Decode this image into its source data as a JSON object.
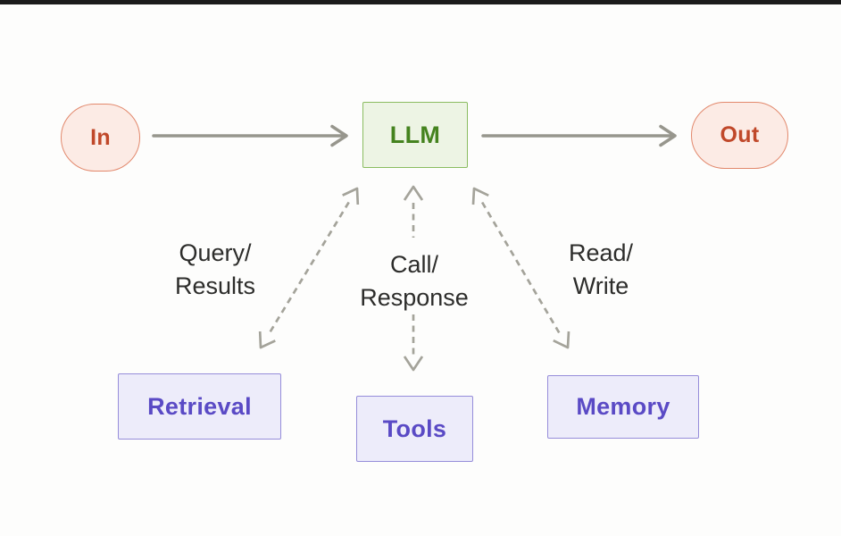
{
  "diagram": {
    "title_hint": "Augmented LLM flow diagram",
    "nodes": {
      "in": {
        "label": "In"
      },
      "llm": {
        "label": "LLM"
      },
      "out": {
        "label": "Out"
      },
      "retrieval": {
        "label": "Retrieval"
      },
      "tools": {
        "label": "Tools"
      },
      "memory": {
        "label": "Memory"
      }
    },
    "edge_labels": {
      "query_results": {
        "line1": "Query/",
        "line2": "Results"
      },
      "call_response": {
        "line1": "Call/",
        "line2": "Response"
      },
      "read_write": {
        "line1": "Read/",
        "line2": "Write"
      }
    },
    "colors": {
      "background": "#fdfdfc",
      "top_bar": "#1b1b1b",
      "pill_fill": "#fcebe5",
      "pill_border": "#e2886c",
      "pill_text": "#c0482a",
      "llm_fill": "#edf4e4",
      "llm_border": "#8abc60",
      "llm_text": "#45831f",
      "module_fill": "#edecfa",
      "module_border": "#968dda",
      "module_text": "#5a4ac5",
      "solid_arrow": "#97968d",
      "dashed_arrow": "#a4a39a",
      "label_text": "#2d2d2b"
    }
  }
}
